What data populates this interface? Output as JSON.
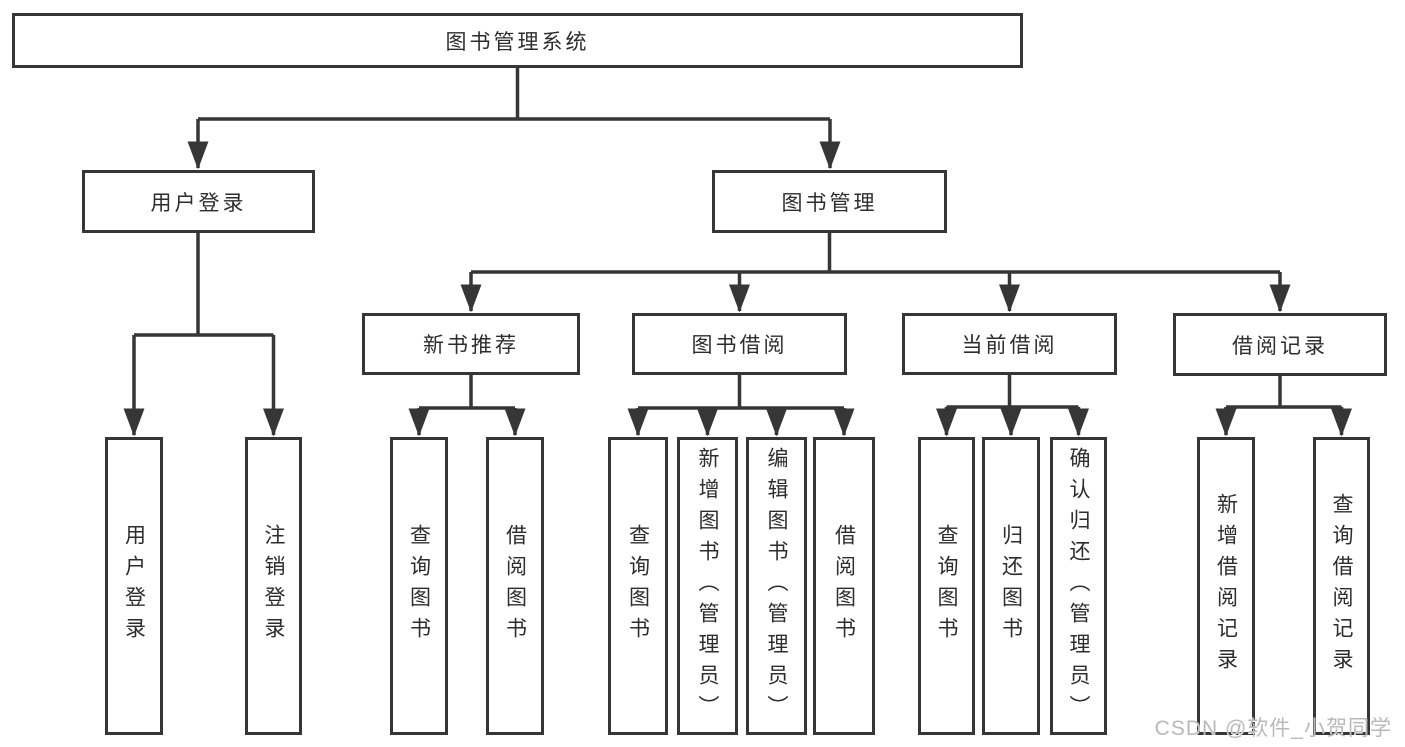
{
  "tree": {
    "label": "图书管理系统",
    "children": [
      {
        "label": "用户登录",
        "children": [
          {
            "label": "用户登录"
          },
          {
            "label": "注销登录"
          }
        ]
      },
      {
        "label": "图书管理",
        "children": [
          {
            "label": "新书推荐",
            "children": [
              {
                "label": "查询图书"
              },
              {
                "label": "借阅图书"
              }
            ]
          },
          {
            "label": "图书借阅",
            "children": [
              {
                "label": "查询图书"
              },
              {
                "label": "新增图书（管理员）"
              },
              {
                "label": "编辑图书（管理员）"
              },
              {
                "label": "借阅图书"
              }
            ]
          },
          {
            "label": "当前借阅",
            "children": [
              {
                "label": "查询图书"
              },
              {
                "label": "归还图书"
              },
              {
                "label": "确认归还（管理员）"
              }
            ]
          },
          {
            "label": "借阅记录",
            "children": [
              {
                "label": "新增借阅记录"
              },
              {
                "label": "查询借阅记录"
              }
            ]
          }
        ]
      }
    ]
  },
  "watermark": "CSDN @软件_小贺同学",
  "colors": {
    "line": "#363636",
    "text": "#2d2d2d",
    "watermark": "#b9b9b9",
    "background": "#ffffff"
  }
}
